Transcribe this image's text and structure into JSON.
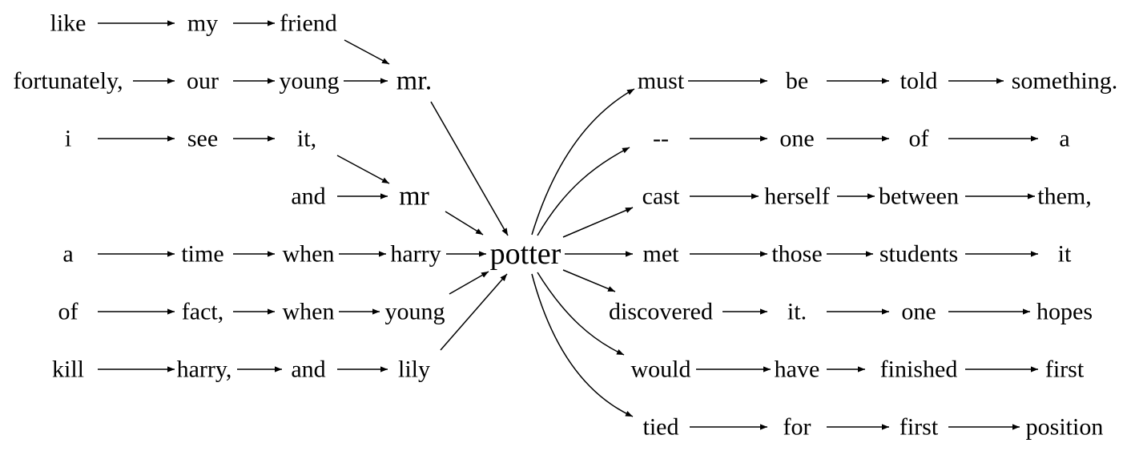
{
  "diagram": {
    "center": "potter",
    "left_words": {
      "r0_like": "like",
      "r0_my": "my",
      "r0_friend": "friend",
      "r1_fortunately": "fortunately,",
      "r1_our": "our",
      "r1_young": "young",
      "mr_dot": "mr.",
      "r2_i": "i",
      "r2_see": "see",
      "r2_it": "it,",
      "r3_and": "and",
      "mr_plain": "mr",
      "r4_a": "a",
      "r4_time": "time",
      "r4_when": "when",
      "r4_harry": "harry",
      "r5_of": "of",
      "r5_fact": "fact,",
      "r5_when": "when",
      "r5_young": "young",
      "r6_kill": "kill",
      "r6_harry": "harry,",
      "r6_and": "and",
      "r6_lily": "lily"
    },
    "right_words": {
      "q0_must": "must",
      "q0_be": "be",
      "q0_told": "told",
      "q0_something": "something.",
      "q1_dash": "--",
      "q1_one": "one",
      "q1_of": "of",
      "q1_a": "a",
      "q2_cast": "cast",
      "q2_herself": "herself",
      "q2_between": "between",
      "q2_them": "them,",
      "q3_met": "met",
      "q3_those": "those",
      "q3_students": "students",
      "q3_it": "it",
      "q4_discovered": "discovered",
      "q4_it": "it.",
      "q4_one": "one",
      "q4_hopes": "hopes",
      "q5_would": "would",
      "q5_have": "have",
      "q5_finished": "finished",
      "q5_first": "first",
      "q6_tied": "tied",
      "q6_for": "for",
      "q6_first": "first",
      "q6_position": "position"
    }
  }
}
